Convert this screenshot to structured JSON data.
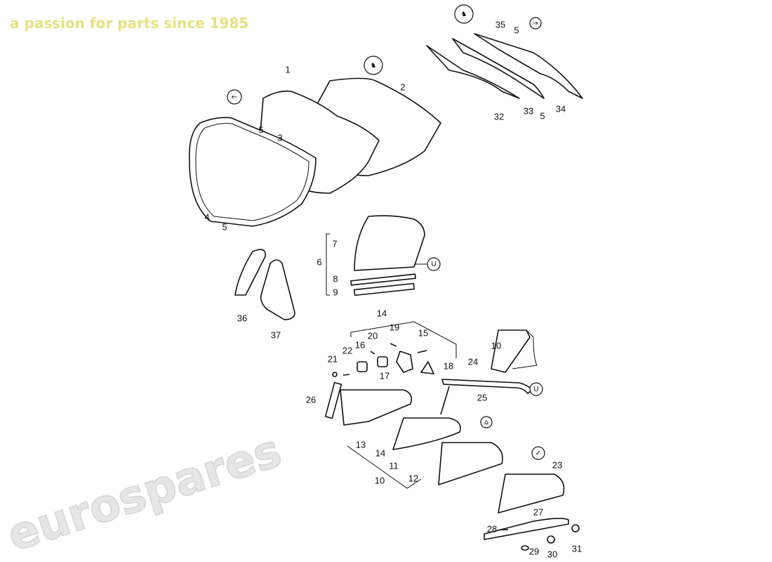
{
  "watermark": {
    "brand": "eurospares",
    "tagline": "a passion for parts since 1985",
    "brand_color": "#e6e6e6",
    "tagline_color": "#f3f0a0"
  },
  "callouts": [
    "1",
    "2",
    "3",
    "5",
    "4",
    "5",
    "35",
    "5",
    "32",
    "33",
    "5",
    "34",
    "7",
    "6",
    "8",
    "9",
    "36",
    "37",
    "14",
    "19",
    "20",
    "16",
    "15",
    "22",
    "21",
    "18",
    "17",
    "24",
    "10",
    "25",
    "26",
    "13",
    "14",
    "11",
    "10",
    "12",
    "23",
    "27",
    "28",
    "29",
    "30",
    "31"
  ],
  "symbols": [
    {
      "icon": "arrow-left-icon",
      "glyph": "←"
    },
    {
      "icon": "cabriolet-icon",
      "glyph": "♞"
    },
    {
      "icon": "cabriolet-icon",
      "glyph": "♞"
    },
    {
      "icon": "arrow-right-icon",
      "glyph": "→"
    },
    {
      "icon": "u-symbol-icon",
      "glyph": "U"
    },
    {
      "icon": "u-symbol-icon",
      "glyph": "U"
    },
    {
      "icon": "targa-icon",
      "glyph": "⌂"
    },
    {
      "icon": "coupe-icon",
      "glyph": "✓"
    }
  ]
}
